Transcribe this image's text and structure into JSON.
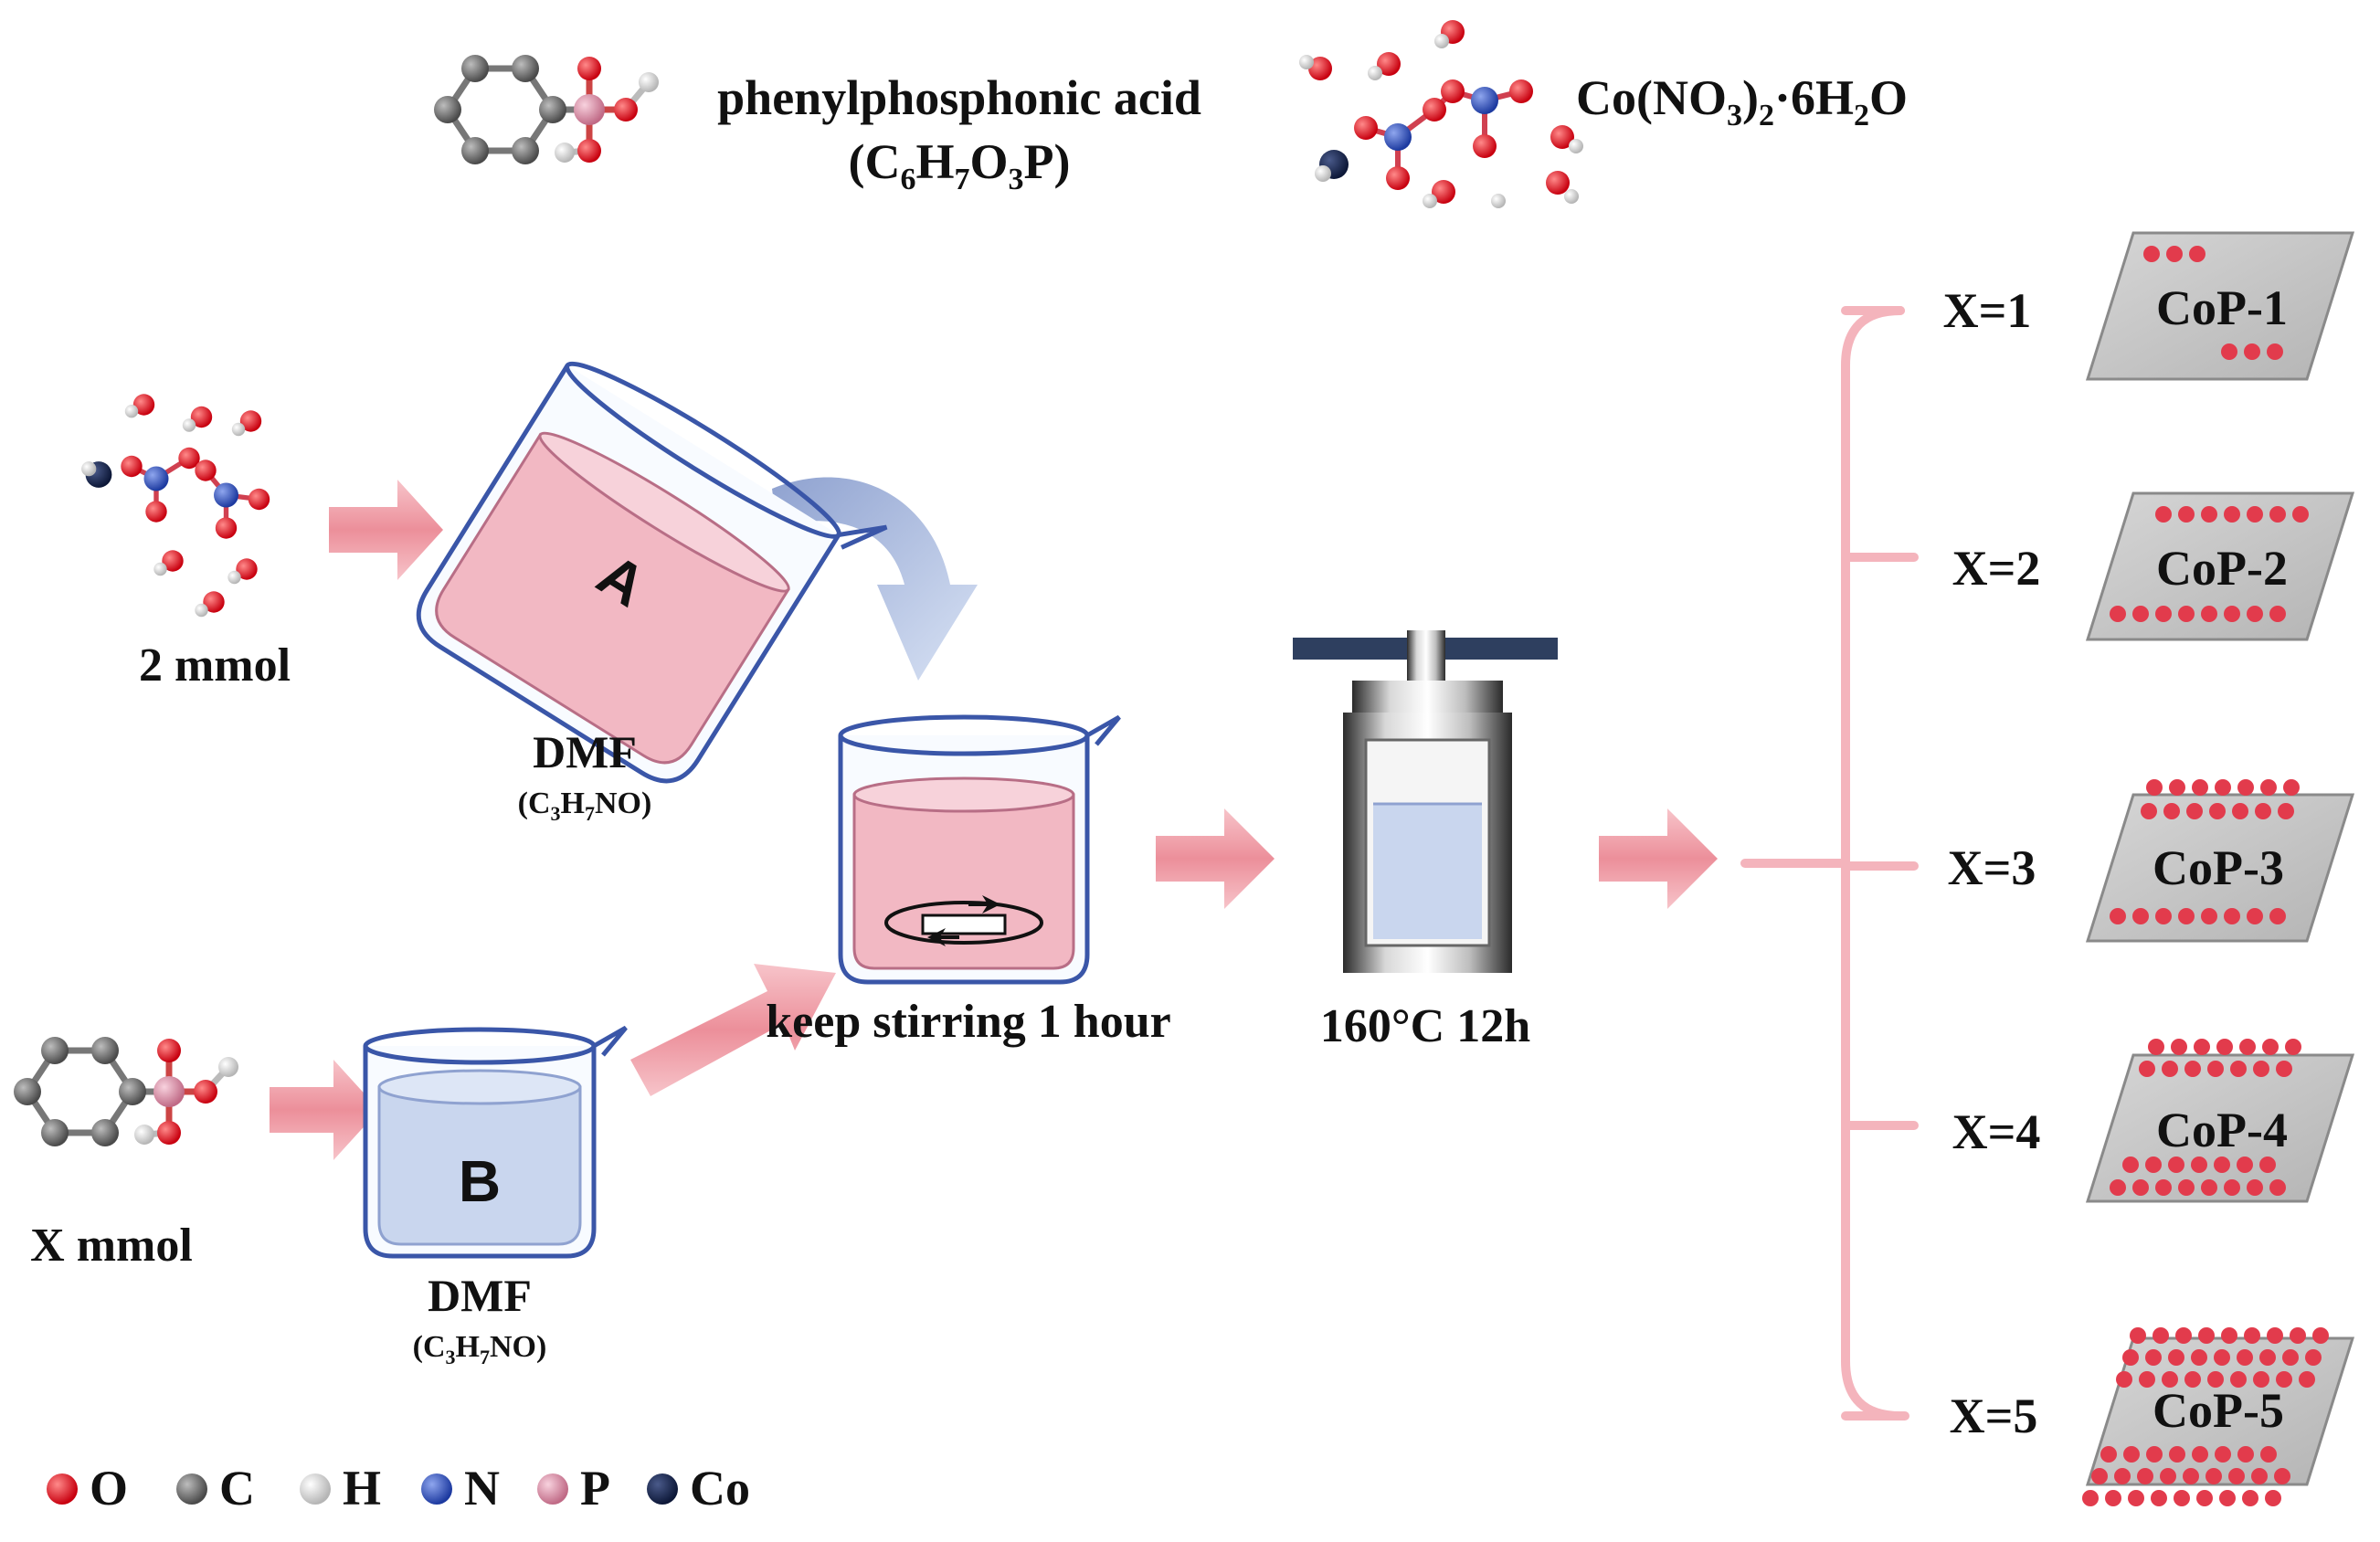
{
  "reagents": {
    "phenyl": {
      "name": "phenylphosphonic acid",
      "formula_base": "(C",
      "formula_sub1": "6",
      "formula_h": "H",
      "formula_sub2": "7",
      "formula_o": "O",
      "formula_sub3": "3",
      "formula_end": "P)"
    },
    "cobalt": {
      "base": "Co(NO",
      "sub1": "3",
      "mid": ")",
      "sub2": "2",
      "dot": "·6H",
      "sub3": "2",
      "end": "O"
    }
  },
  "left_inputs": {
    "cobalt_amount": "2 mmol",
    "phenyl_amount": "X mmol"
  },
  "beakers": {
    "a_label": "A",
    "b_label": "B",
    "solvent": "DMF",
    "solvent_formula": {
      "p1": "(C",
      "s1": "3",
      "p2": "H",
      "s2": "7",
      "p3": "NO)"
    },
    "mix_caption": "keep stirring 1 hour",
    "reactor_caption": "160°C 12h"
  },
  "products": [
    {
      "x_label": "X=1",
      "name": "CoP-1"
    },
    {
      "x_label": "X=2",
      "name": "CoP-2"
    },
    {
      "x_label": "X=3",
      "name": "CoP-3"
    },
    {
      "x_label": "X=4",
      "name": "CoP-4"
    },
    {
      "x_label": "X=5",
      "name": "CoP-5"
    }
  ],
  "legend": [
    {
      "symbol": "O",
      "color": "#d01020"
    },
    {
      "symbol": "C",
      "color": "#555555"
    },
    {
      "symbol": "H",
      "color": "#e8e8e8"
    },
    {
      "symbol": "N",
      "color": "#3050b0"
    },
    {
      "symbol": "P",
      "color": "#d98aa0"
    },
    {
      "symbol": "Co",
      "color": "#1a2a5a"
    }
  ],
  "colors": {
    "arrow": "#f0a0a8",
    "bracket": "#f4b4bc",
    "solution_a": "#f1b9c3",
    "solution_b": "#c9d6ee",
    "beaker_outline": "#3a56a8",
    "curved_arrow": "#b8c8e6",
    "plate": "#c9c9c9",
    "dot": "#e23b4c"
  }
}
